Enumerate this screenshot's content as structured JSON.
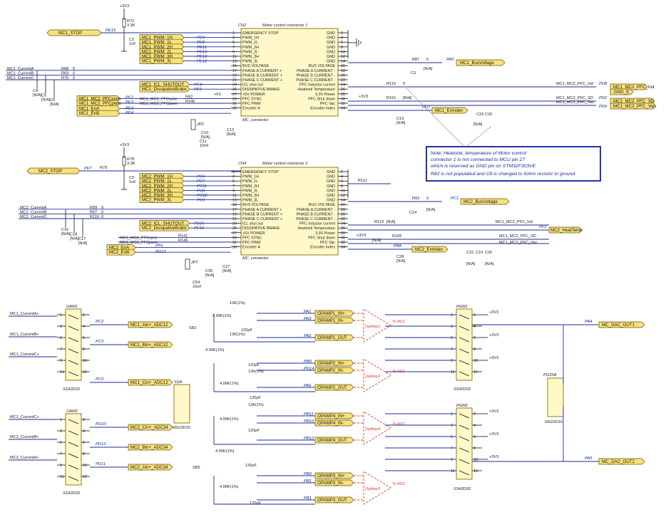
{
  "connector_1": {
    "ref": "CN2",
    "title": "Motor control connector 1",
    "caption": "MC_connector",
    "left_pins": [
      "EMERGENCY STOP",
      "PWM_1H",
      "PWM_1L",
      "PWM_2H",
      "PWM_2L",
      "PWM_3H",
      "PWM_3L",
      "BUS VOLTAGE",
      "PHASE A CURRENT +",
      "PHASE B CURRENT +",
      "PHASE C CURRENT +",
      "ICL shut out",
      "DISSIPATIVE BRAKE",
      "+5V POWER",
      "PFC SYNC",
      "PFC PWM",
      "Encoder A",
      "Encoder B"
    ],
    "right_pins": [
      "GND",
      "GND",
      "GND",
      "GND",
      "GND",
      "GND",
      "GND",
      "BUS VOLTAGE",
      "PHASE A CURRENT -",
      "PHASE B CURRENT -",
      "PHASE C CURRENT -",
      "PFC Inductor current",
      "Heatsink Temperature",
      "3.3V Power",
      "PFC Shut down",
      "PFC Vac",
      "Encoder Index"
    ],
    "left_nums": [
      "1",
      "3",
      "5",
      "7",
      "9",
      "11",
      "13",
      "15",
      "17",
      "19",
      "21",
      "23",
      "25",
      "27",
      "29",
      "31",
      "33"
    ],
    "right_nums": [
      "2",
      "4",
      "6",
      "8",
      "10",
      "12",
      "14",
      "16",
      "18",
      "20",
      "22",
      "24",
      "26",
      "28",
      "30",
      "32",
      "34"
    ],
    "pwm_nets": [
      "MC1_PWM_1H",
      "MC1_PWM_1L",
      "MC1_PWM_2H",
      "MC1_PWM_2L",
      "MC1_PWM_3H",
      "MC1_PWM_3L"
    ],
    "pwm_ports": [
      "PE9",
      "PE8",
      "PE11",
      "PE10",
      "PE13",
      "PE12"
    ],
    "stop": "MC1_STOP",
    "stop_port": "PE15",
    "icl": "MC1_ICL_SHUTOUT",
    "icl_port": "PE4",
    "brake": "MC1_DissipativeBrake",
    "brake_port": "PE5",
    "pfc_sync": "MC1_MC2_PFCsync",
    "pfc_sync_port": "PE2",
    "pfc_pwm": "MC1_MC2_PFCpwm",
    "pfc_pwm_port": "PE3",
    "enc_a": "MC1_EnA",
    "enc_a_port": "PD3",
    "enc_b": "MC1_EnB",
    "enc_b_port": "PD4",
    "enc_idx": "MC1_EnIndex",
    "enc_idx_port": "PD7",
    "bus": "MC1_BusVoltage",
    "bus_port": "PA0",
    "pfc_ind": "MC1_MC2_PFC_Ind",
    "pfc_ind_port": "PD8",
    "gnd_e": "GND_E",
    "pfc_sd": "MC1_MC2_PFC_SD",
    "pfc_sd_port": "PD2",
    "pfc_vac": "MC1_MC2_PFC_Vac",
    "pfc_vac_port": "PD9",
    "currents": [
      "MC1_CurrentA",
      "MC1_CurrentB",
      "MC1_CurrentC"
    ],
    "caps": [
      "C4",
      "C5",
      "C6"
    ]
  },
  "connector_2": {
    "ref": "CN4",
    "title": "Motor control connector 2",
    "caption": "MC_connector",
    "pwm_nets": [
      "MC2_PWM_1H",
      "MC2_PWM_1L",
      "MC2_PWM_2H",
      "MC2_PWM_2L",
      "MC2_PWM_3H",
      "MC2_PWM_3L"
    ],
    "pwm_ports": [
      "PC6",
      "PC7",
      "PC11",
      "PC8",
      "PC12",
      "PC9"
    ],
    "stop": "MC2_STOP",
    "stop_port": "PF7",
    "icl": "MC2_ICL_SHUTOUT",
    "icl_port": "PD15",
    "brake": "MC2_DissipativeBrake",
    "brake_port": "PF10",
    "pfc_sync": "MC1_MC2_PFCsync",
    "pfc_pwm": "MC1_MC2_PFCpwm",
    "enc_a": "MC2_EnA",
    "enc_a_port": "PF6",
    "enc_b": "MC2_EnB",
    "enc_b_port": "PD13",
    "enc_idx": "MC2_EnIndex",
    "enc_idx_port": "PB8",
    "bus": "MC2_BusVoltage",
    "bus_port": "PC1",
    "pfc_ind": "MC1_MC2_PFC_Ind",
    "heat": "MC2_HeatTemp",
    "heat_port": "PF2",
    "pfc_sd": "MC1_MC2_PFC_SD",
    "pfc_vac": "MC1_MC2_PFC_Vac",
    "currents": [
      "MC2_CurrentA",
      "MC2_CurrentB",
      "MC2_CurrentC"
    ],
    "caps": [
      "C16",
      "C18",
      "C17"
    ]
  },
  "parts": {
    "r72": "R72",
    "r78": "R78",
    "r3k3": "3.3K",
    "c2": "C2",
    "c9": "C9",
    "c1nf": "1nF",
    "v33": "+3V3",
    "p5v": "+5V",
    "na": "[N/A]",
    "zero": "0",
    "jp2": "JP2",
    "jp7": "JP7",
    "c10": "C10",
    "c11": "C11",
    "c12": "C12",
    "c27": "C27",
    "c35": "C35",
    "c54": "C54",
    "c10nf": "10nF",
    "r87": "R87",
    "r93": "R93",
    "c3": "C3",
    "c14": "C14",
    "c13": "C13",
    "c28": "C28",
    "r119": "R119",
    "r123": "R123",
    "r151": "R151",
    "r165": "R165",
    "r141": "R141",
    "r146": "R146",
    "r82": "R82",
    "r146b": "R146",
    "r79": "R79",
    "r112": "R112",
    "c20": "C20",
    "c23": "C23",
    "c22": "C22",
    "c19": "C19",
    "c26": "C26"
  },
  "note": {
    "line1": "Note: Heatsink_temperature of Motor control",
    "line2": "connector 1 is not connected to MCU pin 27",
    "line3": "which is reserved as GND pin on STM32F303VE",
    "line4": "R82 is not populated and C8 is changed to 0ohm resistor to ground."
  },
  "analog": {
    "oam1": "OAM1",
    "oam2": "OAM2",
    "pgm1": "PGM1",
    "pgm2": "PGM2",
    "sw_part": "SS42D02",
    "ms": "MS22D16",
    "ms1": "SSA",
    "ms2": "PG3SA",
    "mc1_in": [
      "MC1_CurrentA+",
      "MC1_CurrentB+",
      "MC1_CurrentC+"
    ],
    "mc2_in": [
      "MC2_CurrentC+",
      "MC2_CurrentB+",
      "MC2_CurrentA+"
    ],
    "adc1": [
      "MC1_Ain+_ADC12",
      "MC1_Bin+_ADC12",
      "MC1_Cin+_ADC12"
    ],
    "adc1_ports": [
      "PC2",
      "PC3",
      "PC0"
    ],
    "adc2": [
      "MC2_Cin+_ADC34",
      "MC2_Bin+_ADC34",
      "MC2_Ain+_ADC34"
    ],
    "adc2_ports": [
      "PD10",
      "PD12",
      "PD11"
    ],
    "opamp_nets": [
      "OPAMP1_IN+",
      "OPAMP1_IN-",
      "OPAMP1_OUT",
      "OPAMP2_IN+",
      "OPAMP2_IN-",
      "OPAMP2_OUT",
      "OPAMP4_IN+",
      "OPAMP4_IN-",
      "OPAMP4_OUT",
      "OPAMP3_IN+",
      "OPAMP3_IN-",
      "OPAMP3_OUT"
    ],
    "opamp_ports": [
      "PA1",
      "PA3",
      "PA2",
      "PB0",
      "PD14",
      "PA6",
      "PB11",
      "PB10",
      "PB12",
      "PB0",
      "PB1",
      "PB1"
    ],
    "opamp_names": [
      "OpAmp1",
      "OpAmp2",
      "OpAmp4",
      "OpAmp3"
    ],
    "to_adc": "To ADC",
    "dac1": "MC_DAC_OUT1",
    "dac1_port": "PA4",
    "dac2": "MC_DAC_OUT2",
    "dac2_port": "PA5",
    "r13k": "13K(1%)",
    "r4k99": "4.99K(1%)",
    "c120p": "120pF",
    "sb2": "SB2",
    "sb5": "SB5"
  }
}
